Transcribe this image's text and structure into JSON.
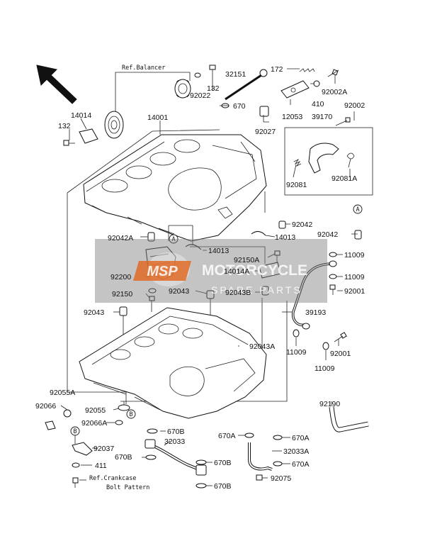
{
  "refs": {
    "balancer": "Ref.Balancer",
    "crankcase_line1": "Ref.Crankcase",
    "crankcase_line2": "Bolt Pattern"
  },
  "markers": {
    "a": "A",
    "b": "B"
  },
  "watermark": {
    "title": "MOTORCYCLE",
    "subtitle": "SPARE PARTS",
    "logo": "MSP"
  },
  "labels": {
    "p172": "172",
    "p32151": "32151",
    "p92002A": "92002A",
    "p132_top": "132",
    "p92022": "92022",
    "p670": "670",
    "p410": "410",
    "p12053": "12053",
    "p39170": "39170",
    "p92002": "92002",
    "p92027": "92027",
    "p14014": "14014",
    "p132_left": "132",
    "p14001": "14001",
    "p92081": "92081",
    "p92081A": "92081A",
    "p92042_a": "92042",
    "p92042_b": "92042",
    "p92042A": "92042A",
    "p14013_right": "14013",
    "p14013_mid": "14013",
    "p92150A": "92150A",
    "p11009_1": "11009",
    "p14014A": "14014A",
    "p11009_2": "11009",
    "p92200": "92200",
    "p92043_mid": "92043",
    "p92043B": "92043B",
    "p92001_1": "92001",
    "p92150": "92150",
    "p92043_left": "92043",
    "p39193": "39193",
    "p92043A": "92043A",
    "p11009_3": "11009",
    "p92001_2": "92001",
    "p11009_4": "11009",
    "p92055A": "92055A",
    "p92066": "92066",
    "p92055": "92055",
    "p92066A": "92066A",
    "p92190": "92190",
    "p670B_1": "670B",
    "p32033": "32033",
    "p670A_1": "670A",
    "p670A_2": "670A",
    "p92037": "92037",
    "p670B_2": "670B",
    "p32033A": "32033A",
    "p411": "411",
    "p670B_3": "670B",
    "p670A_3": "670A",
    "p92075": "92075",
    "p670B_4": "670B"
  }
}
